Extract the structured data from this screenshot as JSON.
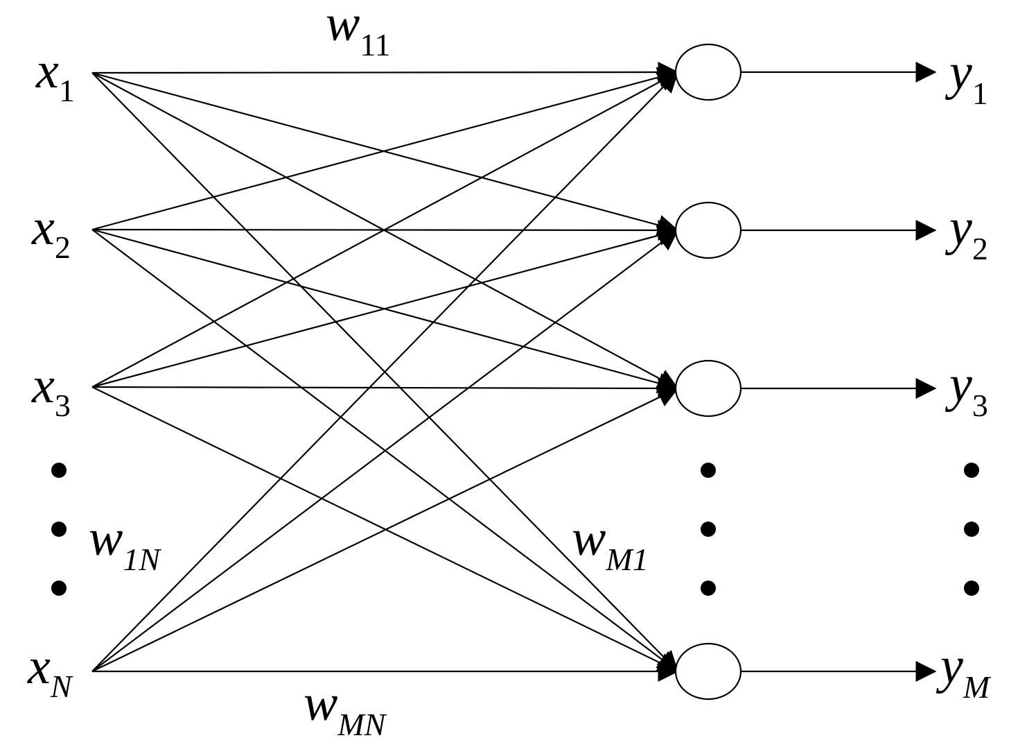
{
  "inputs": [
    {
      "symbol": "x",
      "sub": "1"
    },
    {
      "symbol": "x",
      "sub": "2"
    },
    {
      "symbol": "x",
      "sub": "3"
    },
    {
      "symbol": "x",
      "sub": "N"
    }
  ],
  "outputs": [
    {
      "symbol": "y",
      "sub": "1"
    },
    {
      "symbol": "y",
      "sub": "2"
    },
    {
      "symbol": "y",
      "sub": "3"
    },
    {
      "symbol": "y",
      "sub": "M"
    }
  ],
  "weights": {
    "w11": {
      "symbol": "w",
      "sub": "11"
    },
    "w1N": {
      "symbol": "w",
      "sub": "1N"
    },
    "wM1": {
      "symbol": "w",
      "sub": "M1"
    },
    "wMN": {
      "symbol": "w",
      "sub": "MN"
    }
  },
  "colors": {
    "line": "#000000",
    "background": "#ffffff"
  }
}
